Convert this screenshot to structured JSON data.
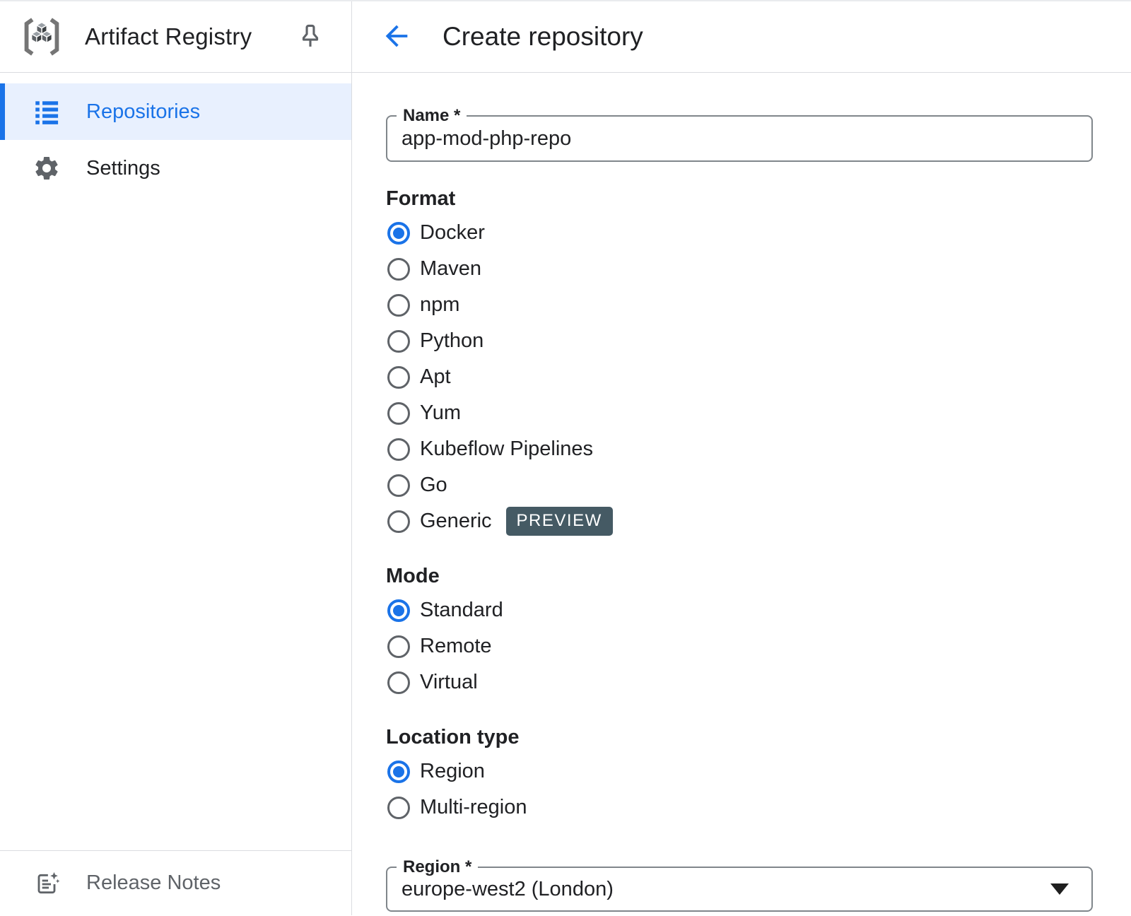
{
  "sidebar": {
    "app_title": "Artifact Registry",
    "logo_icon": "artifact-registry-logo-icon",
    "pin_icon": "pin-icon",
    "items": [
      {
        "label": "Repositories",
        "icon": "list-icon",
        "selected": true
      },
      {
        "label": "Settings",
        "icon": "gear-icon",
        "selected": false
      }
    ],
    "footer_link": {
      "label": "Release Notes",
      "icon": "release-notes-icon"
    }
  },
  "header": {
    "title": "Create repository",
    "back_icon": "arrow-left-icon"
  },
  "form": {
    "name_field": {
      "label": "Name *",
      "value": "app-mod-php-repo"
    },
    "format": {
      "label": "Format",
      "selected": "Docker",
      "options": [
        {
          "label": "Docker",
          "selected": true
        },
        {
          "label": "Maven",
          "selected": false
        },
        {
          "label": "npm",
          "selected": false
        },
        {
          "label": "Python",
          "selected": false
        },
        {
          "label": "Apt",
          "selected": false
        },
        {
          "label": "Yum",
          "selected": false
        },
        {
          "label": "Kubeflow Pipelines",
          "selected": false
        },
        {
          "label": "Go",
          "selected": false
        },
        {
          "label": "Generic",
          "selected": false,
          "badge": "PREVIEW"
        }
      ]
    },
    "mode": {
      "label": "Mode",
      "selected": "Standard",
      "options": [
        {
          "label": "Standard",
          "selected": true
        },
        {
          "label": "Remote",
          "selected": false
        },
        {
          "label": "Virtual",
          "selected": false
        }
      ]
    },
    "location_type": {
      "label": "Location type",
      "selected": "Region",
      "options": [
        {
          "label": "Region",
          "selected": true
        },
        {
          "label": "Multi-region",
          "selected": false
        }
      ]
    },
    "region_field": {
      "label": "Region *",
      "value": "europe-west2 (London)",
      "icon": "caret-down-icon"
    }
  },
  "colors": {
    "accent_blue": "#1a73e8",
    "selected_item_bg": "#e8f0fe",
    "text_primary": "#202124",
    "text_secondary": "#5f6368",
    "divider": "#dadce0",
    "field_border": "#80868b",
    "preview_badge_bg": "#455a64"
  }
}
